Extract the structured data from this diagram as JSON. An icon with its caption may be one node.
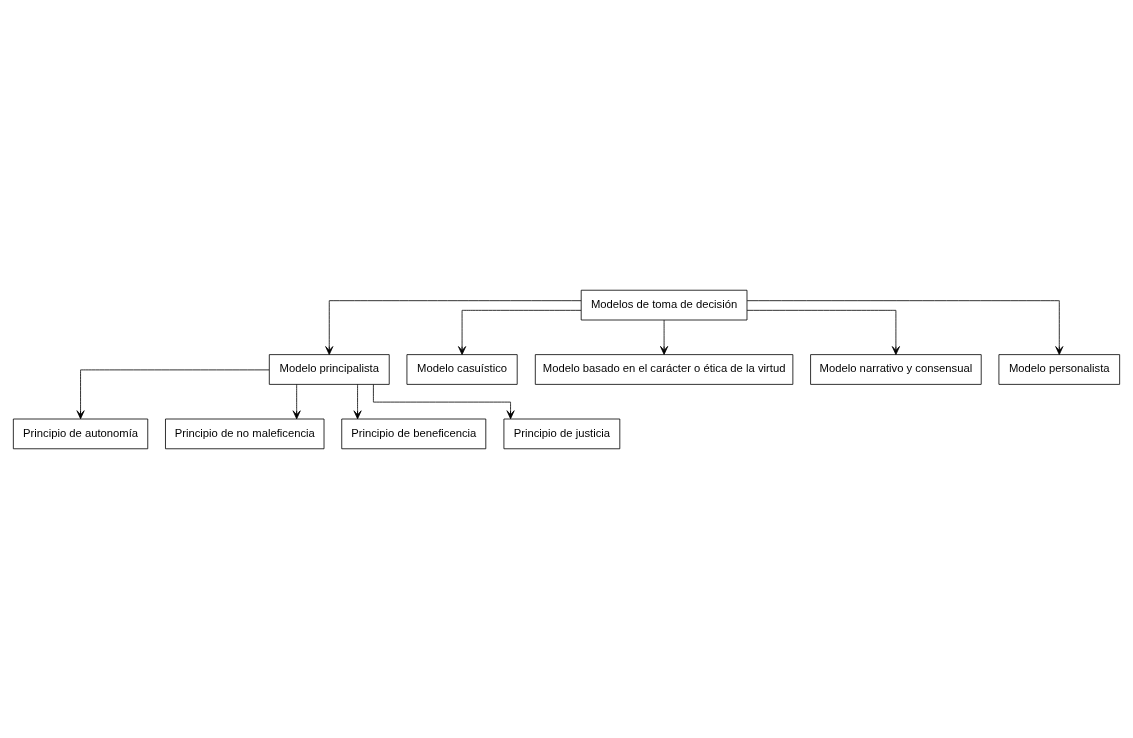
{
  "diagram": {
    "nodes": [
      {
        "text": [
          "Modelos de toma de decisión"
        ]
      },
      {
        "text": [
          "Modelo principalista"
        ]
      },
      {
        "text": [
          "Modelo casuístico"
        ]
      },
      {
        "text": [
          "Modelo basado en el carácter o ética de la virtud"
        ]
      },
      {
        "text": [
          "Modelo narrativo y consensual"
        ]
      },
      {
        "text": [
          "Modelo personalista"
        ]
      },
      {
        "text": [
          "Principio de autonomía"
        ]
      },
      {
        "text": [
          "Principio de no maleficencia"
        ]
      },
      {
        "text": [
          "Principio de beneficencia"
        ]
      },
      {
        "text": [
          "Principio de justicia"
        ]
      }
    ],
    "edges": [
      {
        "from": 0,
        "to": 1,
        "arrow": "to"
      },
      {
        "from": 0,
        "to": 2,
        "arrow": "to"
      },
      {
        "from": 0,
        "to": 3,
        "arrow": "to"
      },
      {
        "from": 0,
        "to": 4,
        "arrow": "to"
      },
      {
        "from": 0,
        "to": 5,
        "arrow": "to"
      },
      {
        "from": 1,
        "to": 6,
        "arrow": "to"
      },
      {
        "from": 1,
        "to": 7,
        "arrow": "to"
      },
      {
        "from": 1,
        "to": 8,
        "arrow": "to"
      },
      {
        "from": 1,
        "to": 9,
        "arrow": "to"
      }
    ]
  }
}
